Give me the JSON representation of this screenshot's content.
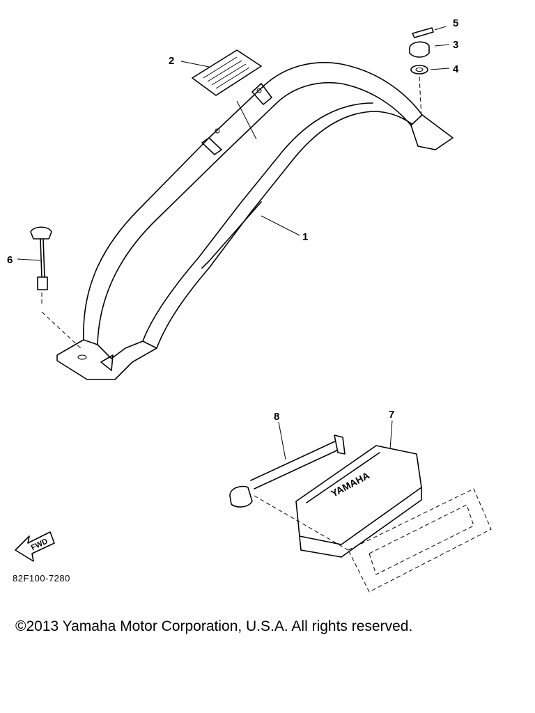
{
  "diagram": {
    "callouts": [
      "1",
      "2",
      "3",
      "4",
      "5",
      "6",
      "7",
      "8"
    ],
    "arrow_label": "FWD",
    "badge_text": "YAMAHA",
    "code": "82F100-7280"
  },
  "footer": {
    "copyright": "©2013 Yamaha Motor Corporation, U.S.A. All rights reserved."
  }
}
